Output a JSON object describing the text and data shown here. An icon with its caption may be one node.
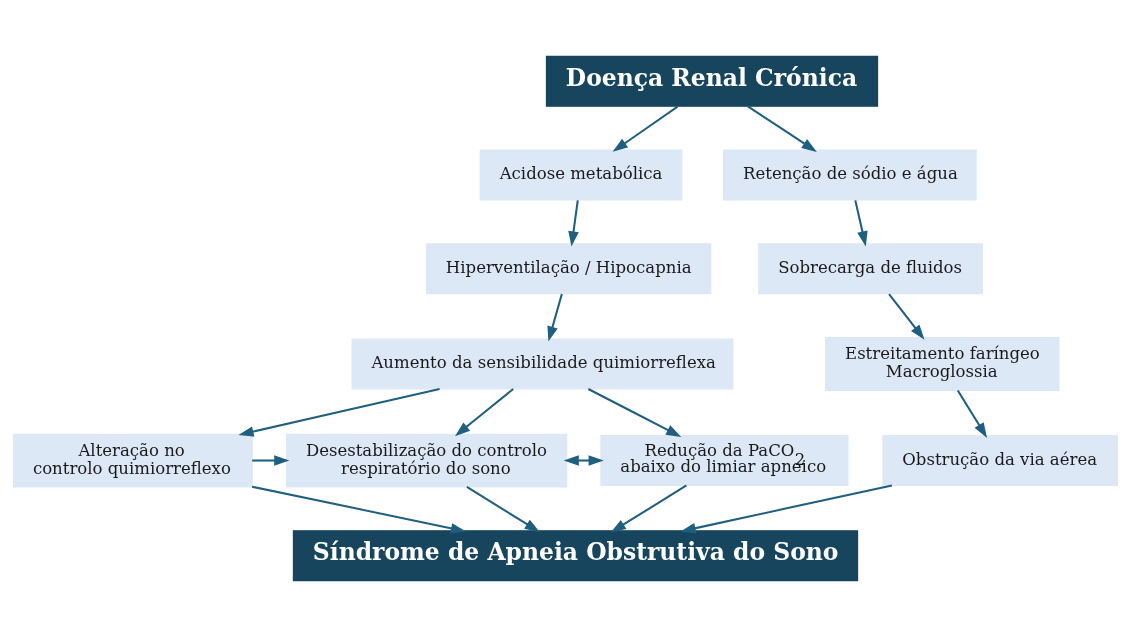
{
  "diagram": {
    "nodes": [
      {
        "text": [
          "Doença Renal Crónica"
        ]
      },
      {
        "text": [
          "Acidose metabólica"
        ]
      },
      {
        "text": [
          "Hiperventilação / Hipocapnia"
        ]
      },
      {
        "text": [
          "Aumento da sensibilidade quimiorreflexa"
        ]
      },
      {
        "text": [
          "Alteração no controlo quimiorreflexo"
        ]
      },
      {
        "text": [
          "Desestabilização do controlo respiratório do sono"
        ]
      },
      {
        "text": [
          "Redução da PaCO$_{2}$ abaixo do limiar apneico"
        ]
      },
      {
        "text": [
          "Retenção de sódio e água"
        ]
      },
      {
        "text": [
          "Sobrecarga de fluidos"
        ]
      },
      {
        "text": [
          "Estreitamento faríngeo",
          "Macroglossia"
        ]
      },
      {
        "text": [
          "Obstrução da via aérea"
        ]
      },
      {
        "text": [
          "Síndrome de Apneia Obstrutiva do Sono"
        ]
      }
    ],
    "edges": [
      {
        "from": 0,
        "to": 1,
        "arrow": "to"
      },
      {
        "from": 1,
        "to": 2,
        "arrow": "to"
      },
      {
        "from": 2,
        "to": 3,
        "arrow": "to"
      },
      {
        "from": 3,
        "to": 4,
        "arrow": "to"
      },
      {
        "from": 3,
        "to": 5,
        "arrow": "to"
      },
      {
        "from": 3,
        "to": 6,
        "arrow": "to"
      },
      {
        "from": 4,
        "to": 5,
        "arrow": "to"
      },
      {
        "from": 5,
        "to": 6,
        "arrow": "both"
      },
      {
        "from": 4,
        "to": 11,
        "arrow": "to"
      },
      {
        "from": 5,
        "to": 11,
        "arrow": "to"
      },
      {
        "from": 6,
        "to": 11,
        "arrow": "to"
      },
      {
        "from": 0,
        "to": 7,
        "arrow": "to"
      },
      {
        "from": 7,
        "to": 8,
        "arrow": "to"
      },
      {
        "from": 8,
        "to": 9,
        "arrow": "to"
      },
      {
        "from": 9,
        "to": 10,
        "arrow": "to"
      },
      {
        "from": 10,
        "to": 11,
        "arrow": "to"
      }
    ]
  }
}
